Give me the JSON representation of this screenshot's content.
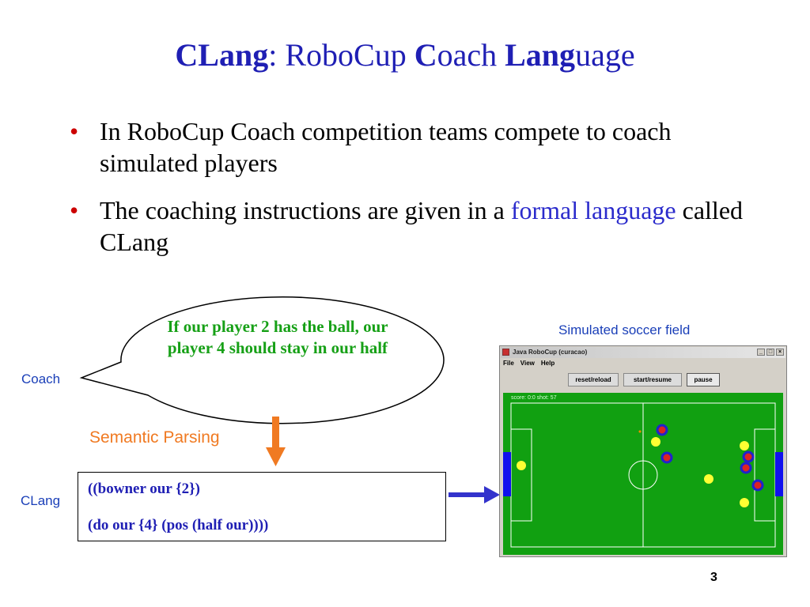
{
  "slide": {
    "title": {
      "part1": "CLang",
      "part2": ": RoboCup ",
      "part3": "C",
      "part4": "oach ",
      "part5": "Lang",
      "part6": "uage"
    },
    "bullets": [
      {
        "text": "In RoboCup Coach competition teams compete to coach simulated players"
      },
      {
        "before": "The coaching instructions are given in a ",
        "highlight": "formal language",
        "after": " called CLang"
      }
    ],
    "bubble_text": "If our player 2 has the ball, our player 4 should stay in our half",
    "coach_label": "Coach",
    "semantic_parsing_label": "Semantic Parsing",
    "clang_label": "CLang",
    "clang_lines": [
      "((bowner our {2})",
      "(do our {4} (pos (half our))))"
    ],
    "field_label": "Simulated soccer field",
    "page_number": "3",
    "colors": {
      "title": "#1f1fb4",
      "bubble_text": "#16a016",
      "semantic": "#f07a22",
      "label": "#1a3fb8",
      "pitch": "#11a011"
    }
  },
  "window": {
    "title": "Java RoboCup (curacao)",
    "menus": [
      "File",
      "View",
      "Help"
    ],
    "buttons": [
      "reset/reload",
      "start/resume",
      "pause"
    ],
    "controls": [
      "_",
      "□",
      "×"
    ],
    "score": "score: 0:0 shot: 57"
  }
}
